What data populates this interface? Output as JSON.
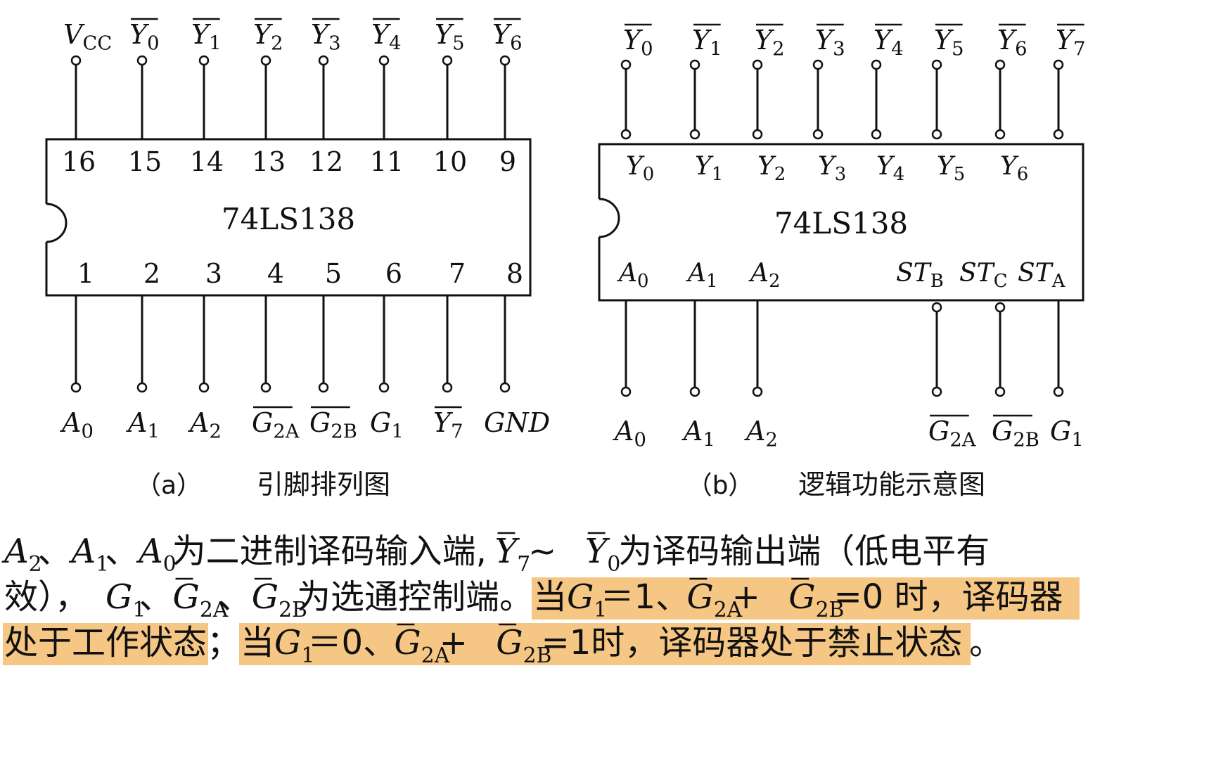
{
  "diagram_a": {
    "chip_name": "74LS138",
    "caption_id": "（a）",
    "caption_text": "引脚排列图",
    "top_pins": [
      {
        "num": "16",
        "label": "V",
        "sub": "CC",
        "bar": false
      },
      {
        "num": "15",
        "label": "Y",
        "sub": "0",
        "bar": true
      },
      {
        "num": "14",
        "label": "Y",
        "sub": "1",
        "bar": true
      },
      {
        "num": "13",
        "label": "Y",
        "sub": "2",
        "bar": true
      },
      {
        "num": "12",
        "label": "Y",
        "sub": "3",
        "bar": true
      },
      {
        "num": "11",
        "label": "Y",
        "sub": "4",
        "bar": true
      },
      {
        "num": "10",
        "label": "Y",
        "sub": "5",
        "bar": true
      },
      {
        "num": "9",
        "label": "Y",
        "sub": "6",
        "bar": true
      }
    ],
    "bottom_pins": [
      {
        "num": "1",
        "label": "A",
        "sub": "0",
        "bar": false
      },
      {
        "num": "2",
        "label": "A",
        "sub": "1",
        "bar": false
      },
      {
        "num": "3",
        "label": "A",
        "sub": "2",
        "bar": false
      },
      {
        "num": "4",
        "label": "G",
        "sub": "2A",
        "bar": true
      },
      {
        "num": "5",
        "label": "G",
        "sub": "2B",
        "bar": true
      },
      {
        "num": "6",
        "label": "G",
        "sub": "1",
        "bar": false
      },
      {
        "num": "7",
        "label": "Y",
        "sub": "7",
        "bar": true
      },
      {
        "num": "8",
        "label": "GND",
        "sub": "",
        "bar": false
      }
    ]
  },
  "diagram_b": {
    "chip_name": "74LS138",
    "caption_id": "（b）",
    "caption_text": "逻辑功能示意图",
    "outputs": [
      {
        "label": "Y",
        "sub": "0",
        "inner": "Y",
        "inner_sub": "0"
      },
      {
        "label": "Y",
        "sub": "1",
        "inner": "Y",
        "inner_sub": "1"
      },
      {
        "label": "Y",
        "sub": "2",
        "inner": "Y",
        "inner_sub": "2"
      },
      {
        "label": "Y",
        "sub": "3",
        "inner": "Y",
        "inner_sub": "3"
      },
      {
        "label": "Y",
        "sub": "4",
        "inner": "Y",
        "inner_sub": "4"
      },
      {
        "label": "Y",
        "sub": "5",
        "inner": "Y",
        "inner_sub": "5"
      },
      {
        "label": "Y",
        "sub": "6",
        "inner": "Y",
        "inner_sub": "6"
      },
      {
        "label": "Y",
        "sub": "7",
        "inner": "",
        "inner_sub": ""
      }
    ],
    "inputs": [
      {
        "inner": "A",
        "inner_sub": "0",
        "label": "A",
        "sub": "0",
        "bar": false
      },
      {
        "inner": "A",
        "inner_sub": "1",
        "label": "A",
        "sub": "1",
        "bar": false
      },
      {
        "inner": "A",
        "inner_sub": "2",
        "label": "A",
        "sub": "2",
        "bar": false
      },
      {
        "inner": "ST",
        "inner_sub": "B",
        "label": "G",
        "sub": "2A",
        "bar": true
      },
      {
        "inner": "ST",
        "inner_sub": "C",
        "label": "G",
        "sub": "2B",
        "bar": true
      },
      {
        "inner": "ST",
        "inner_sub": "A",
        "label": "G",
        "sub": "1",
        "bar": false
      }
    ]
  },
  "description": {
    "line1": [
      {
        "t": "A",
        "sub": "2",
        "italic": true
      },
      {
        "t": "、",
        "sub": ""
      },
      {
        "t": "A",
        "sub": "1",
        "italic": true
      },
      {
        "t": "、",
        "sub": ""
      },
      {
        "t": "A",
        "sub": "0",
        "italic": true
      },
      {
        "t": "为二进制译码输入端,",
        "sub": ""
      },
      {
        "t": "Y",
        "sub": "7",
        "italic": true,
        "bar": true
      },
      {
        "t": " ~ ",
        "sub": ""
      },
      {
        "t": "Y",
        "sub": "0",
        "italic": true,
        "bar": true
      },
      {
        "t": "为译码输出端（低电平有",
        "sub": ""
      }
    ],
    "line2": [
      {
        "t": "效），",
        "sub": ""
      },
      {
        "t": "G",
        "sub": "1",
        "italic": true
      },
      {
        "t": "、",
        "sub": ""
      },
      {
        "t": "G",
        "sub": "2A",
        "italic": true,
        "bar": true
      },
      {
        "t": "、",
        "sub": ""
      },
      {
        "t": "G",
        "sub": "2B",
        "italic": true,
        "bar": true
      },
      {
        "t": "为选通控制端。",
        "sub": ""
      },
      {
        "t": "当",
        "sub": "",
        "hl": true
      },
      {
        "t": "G",
        "sub": "1",
        "italic": true,
        "hl": true
      },
      {
        "t": "＝1、",
        "sub": "",
        "hl": true
      },
      {
        "t": "G",
        "sub": "2A",
        "italic": true,
        "bar": true,
        "hl": true
      },
      {
        "t": " + ",
        "sub": "",
        "hl": true
      },
      {
        "t": "G",
        "sub": "2B",
        "italic": true,
        "bar": true,
        "hl": true
      },
      {
        "t": " =0 时，译码器",
        "sub": "",
        "hl": true
      }
    ],
    "line3": [
      {
        "t": "处于工作状态",
        "sub": "",
        "hl": true
      },
      {
        "t": "；",
        "sub": ""
      },
      {
        "t": "当",
        "sub": "",
        "hl": true
      },
      {
        "t": "G",
        "sub": "1",
        "italic": true,
        "hl": true
      },
      {
        "t": "＝0、",
        "sub": "",
        "hl": true
      },
      {
        "t": "G",
        "sub": "2A",
        "italic": true,
        "bar": true,
        "hl": true
      },
      {
        "t": " + ",
        "sub": "",
        "hl": true
      },
      {
        "t": "G",
        "sub": "2B",
        "italic": true,
        "bar": true,
        "hl": true
      },
      {
        "t": " =1时，译码器处于禁止状态",
        "sub": "",
        "hl": true
      },
      {
        "t": "。",
        "sub": ""
      }
    ]
  },
  "colors": {
    "highlight": "#f6c784",
    "ink": "#111111"
  }
}
